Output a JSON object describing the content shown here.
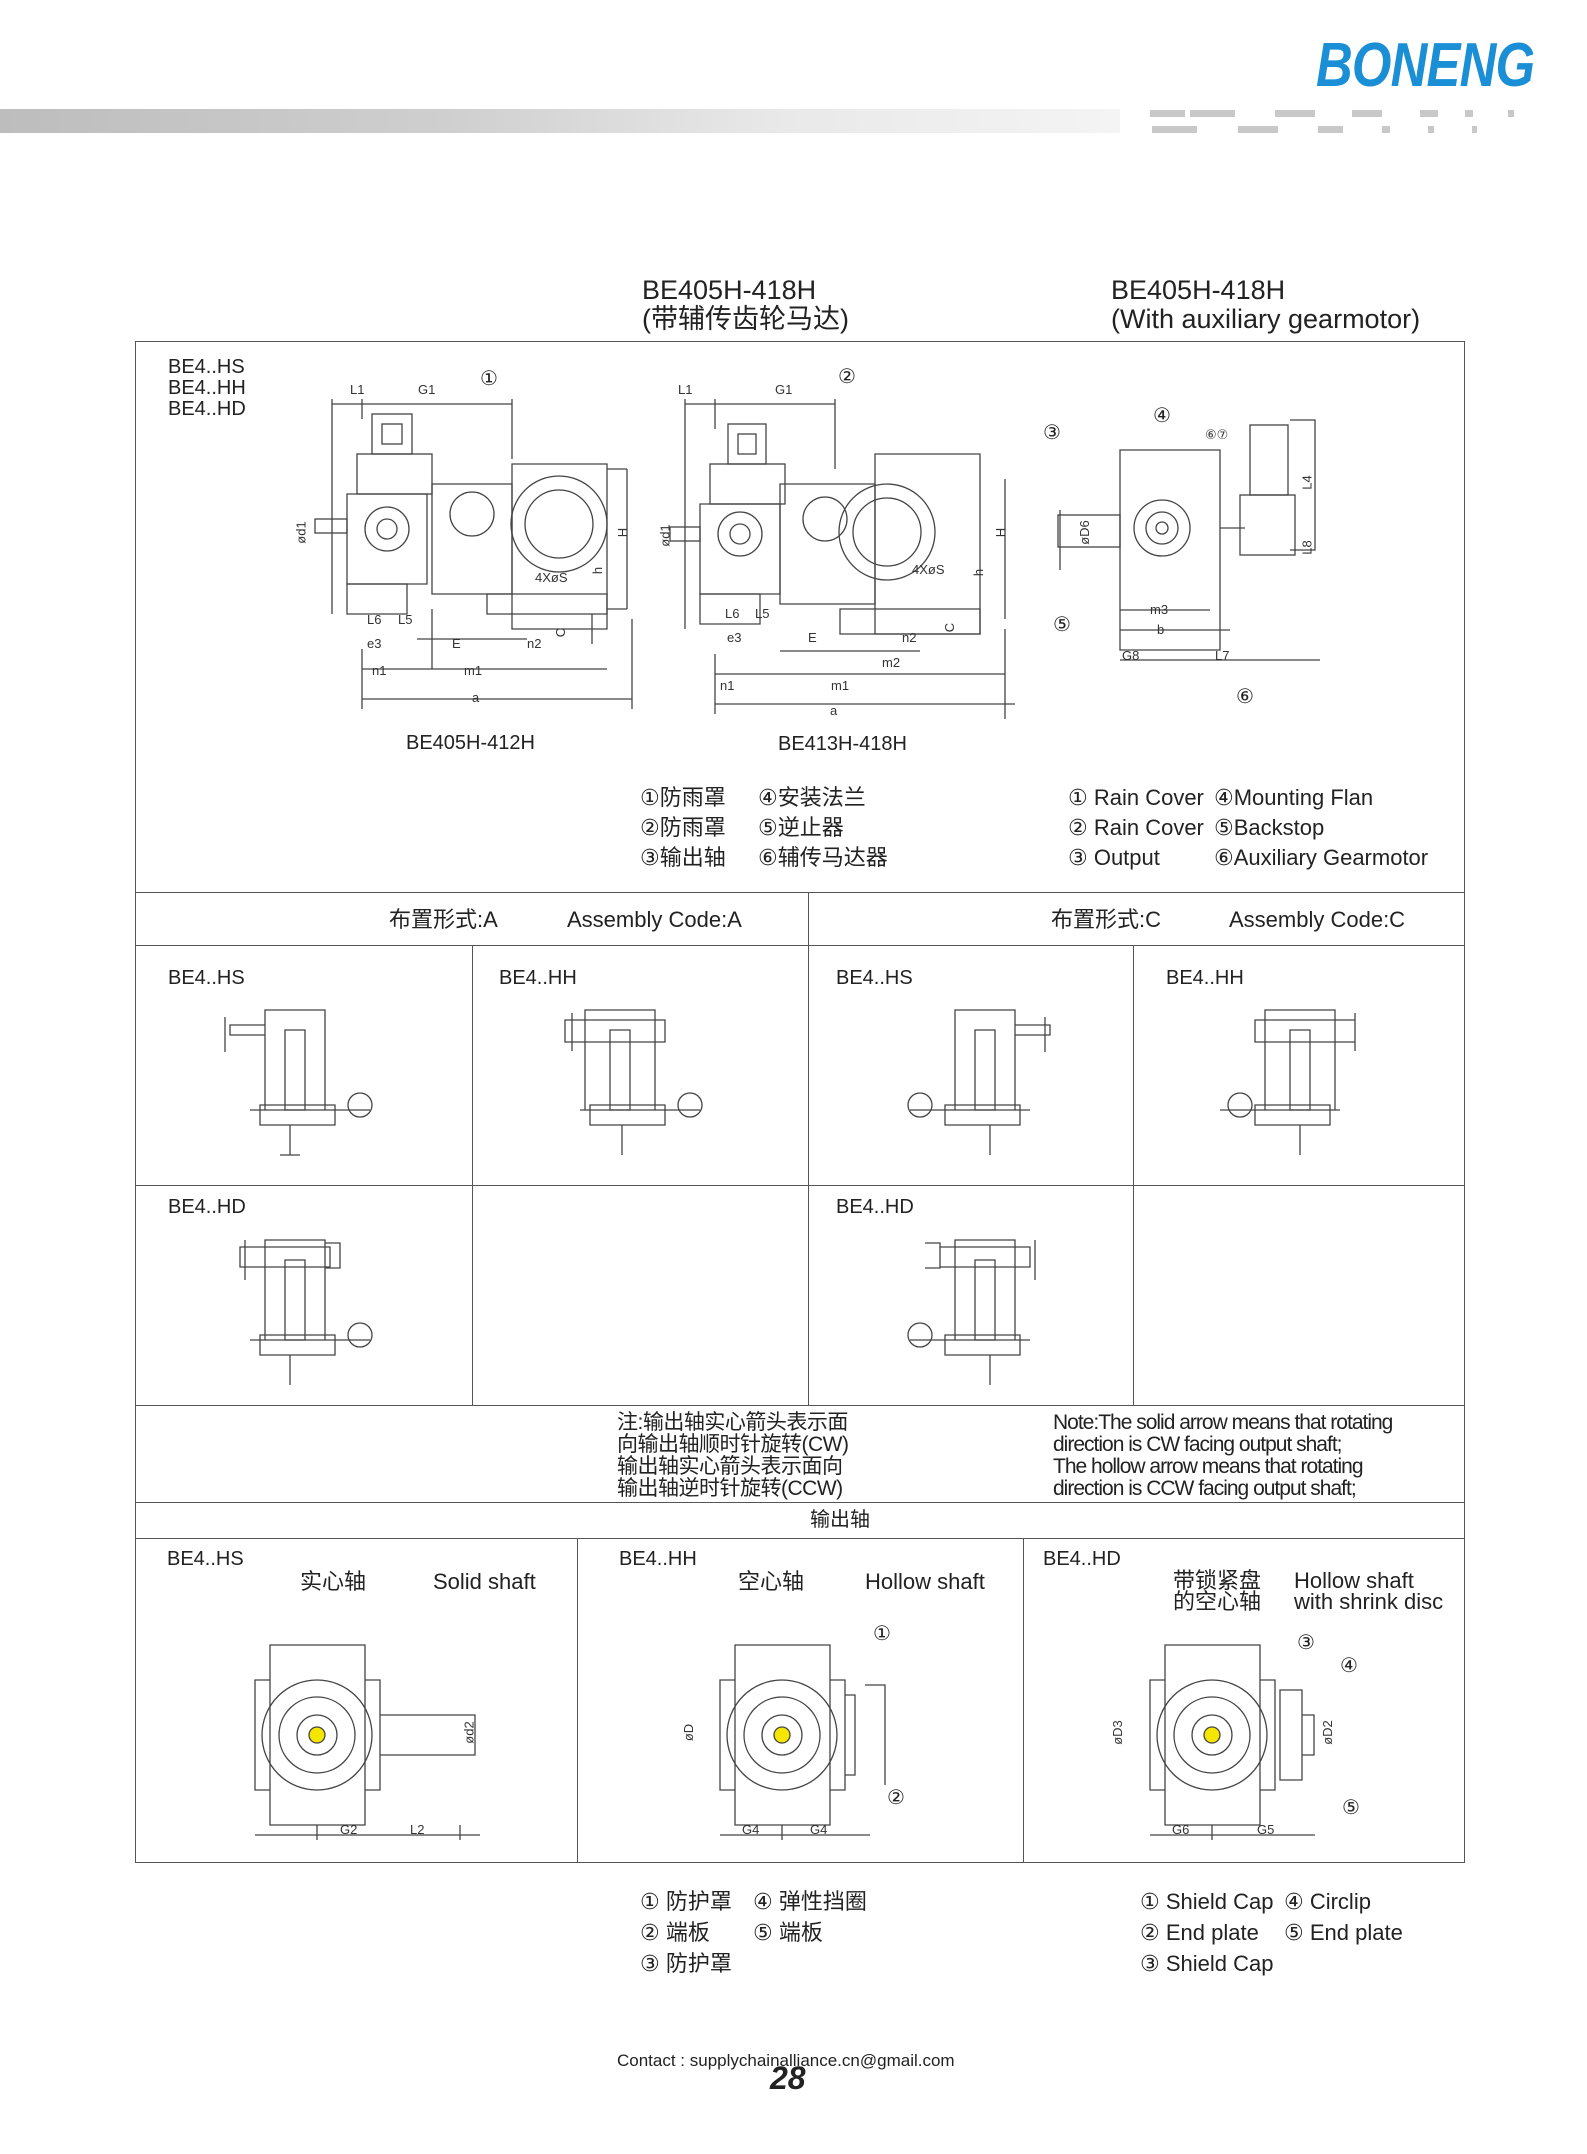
{
  "header": {
    "brand": "BONENG"
  },
  "titles": {
    "cn_model": "BE405H-418H",
    "cn_sub": "(带辅传齿轮马达)",
    "en_model": "BE405H-418H",
    "en_sub": "(With auxiliary gearmotor)"
  },
  "top_section": {
    "types": [
      "BE4..HS",
      "BE4..HH",
      "BE4..HD"
    ],
    "drawing1": {
      "caption": "BE405H-412H",
      "labels": [
        "L1",
        "G1",
        "①",
        "ød1",
        "H",
        "h",
        "C",
        "4XøS",
        "L6",
        "L5",
        "e3",
        "E",
        "n2",
        "n1",
        "m1",
        "a"
      ]
    },
    "drawing2": {
      "caption": "BE413H-418H",
      "labels": [
        "L1",
        "G1",
        "②",
        "ød1",
        "H",
        "h",
        "C",
        "4XøS",
        "L6",
        "L5",
        "e3",
        "E",
        "n2",
        "m2",
        "n1",
        "m1",
        "a"
      ]
    },
    "drawing3": {
      "labels": [
        "③",
        "④",
        "⑥⑦",
        "L4",
        "L8",
        "øD6",
        "m3",
        "b",
        "G8",
        "L7",
        "⑤",
        "⑥"
      ]
    },
    "legend_cn": [
      "①防雨罩",
      "④安装法兰",
      "②防雨罩",
      "⑤逆止器",
      "③输出轴",
      "⑥辅传马达器"
    ],
    "legend_en": [
      "① Rain Cover",
      "④Mounting Flan",
      "② Rain Cover",
      "⑤Backstop",
      "③ Output",
      "⑥Auxiliary Gearmotor"
    ]
  },
  "assembly": {
    "a_cn": "布置形式:A",
    "a_en": "Assembly Code:A",
    "c_cn": "布置形式:C",
    "c_en": "Assembly Code:C",
    "cells": [
      "BE4..HS",
      "BE4..HH",
      "BE4..HS",
      "BE4..HH",
      "BE4..HD",
      "BE4..HD"
    ]
  },
  "note": {
    "cn": [
      "注:输出轴实心箭头表示面",
      "向输出轴顺时针旋转(CW)",
      "输出轴实心箭头表示面向",
      "输出轴逆时针旋转(CCW)"
    ],
    "en": [
      "Note:The solid arrow means that rotating",
      "direction is CW facing output shaft;",
      "The hollow arrow means that rotating",
      "direction is CCW facing output shaft;"
    ]
  },
  "output_shaft": {
    "header": "输出轴",
    "cols": [
      {
        "type": "BE4..HS",
        "cn": "实心轴",
        "en": "Solid shaft",
        "labels": [
          "ød2",
          "G2",
          "L2"
        ]
      },
      {
        "type": "BE4..HH",
        "cn": "空心轴",
        "en": "Hollow shaft",
        "labels": [
          "①",
          "øD",
          "②",
          "G4",
          "G4"
        ]
      },
      {
        "type": "BE4..HD",
        "cn": "带锁紧盘\n的空心轴",
        "cn1": "带锁紧盘",
        "cn2": "的空心轴",
        "en1": "Hollow shaft",
        "en2": "with shrink disc",
        "labels": [
          "③",
          "④",
          "øD3",
          "øD2",
          "⑤",
          "G6",
          "G5"
        ]
      }
    ],
    "legend_cn": [
      "① 防护罩",
      "④ 弹性挡圈",
      "② 端板",
      "⑤ 端板",
      "③ 防护罩"
    ],
    "legend_en": [
      "① Shield Cap",
      "④ Circlip",
      "② End plate",
      "⑤ End plate",
      "③ Shield Cap"
    ]
  },
  "footer": {
    "contact": "Contact : supplychainalliance.cn@gmail.com",
    "page": "28"
  },
  "colors": {
    "brand": "#1a8fd6"
  }
}
